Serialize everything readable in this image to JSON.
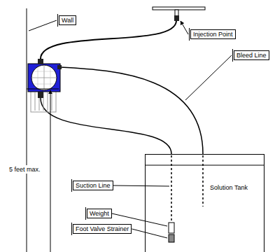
{
  "diagram": {
    "nodes": [
      {
        "text": [
          "Wall"
        ]
      },
      {
        "text": [
          "Injection Point"
        ]
      },
      {
        "text": [
          "Bleed Line"
        ]
      },
      {
        "text": [
          "Suction Line"
        ]
      },
      {
        "text": [
          "Solution Tank"
        ]
      },
      {
        "text": [
          "Weight"
        ]
      },
      {
        "text": [
          "Foot Valve Strainer"
        ]
      }
    ],
    "labels": [
      "5 feet max."
    ]
  }
}
